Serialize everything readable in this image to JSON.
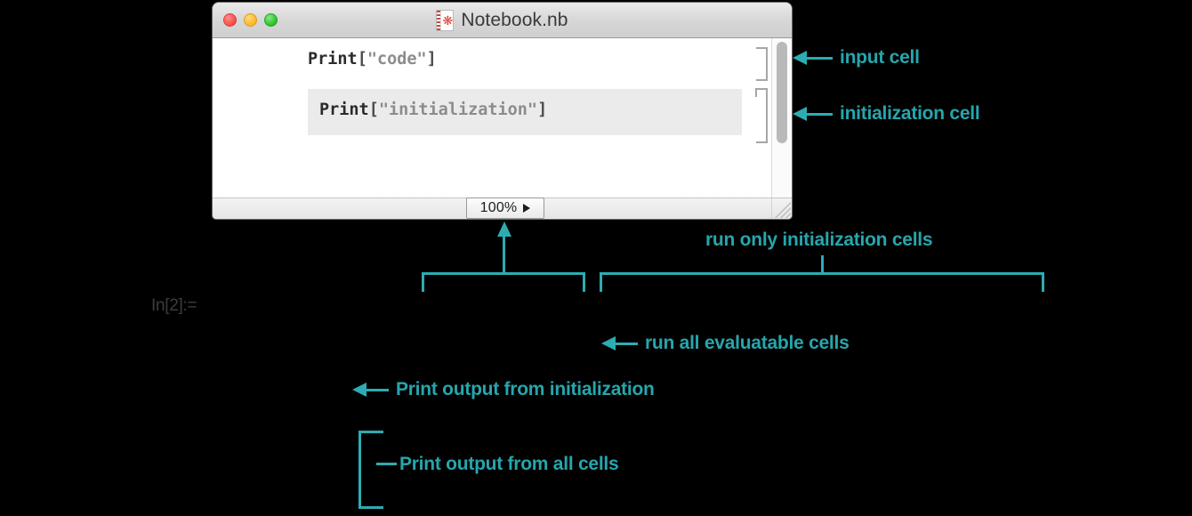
{
  "window": {
    "title": "Notebook.nb",
    "icon": "notebook-icon",
    "controls": {
      "close": "close-button",
      "minimize": "minimize-button",
      "zoom": "maximize-button"
    }
  },
  "notebook": {
    "cells": [
      {
        "id": "input-cell",
        "fn": "Print",
        "open_bracket": "[",
        "string": "\"code\"",
        "close_bracket": "]",
        "style": "input",
        "full_text": "Print[\"code\"]"
      },
      {
        "id": "initialization-cell",
        "fn": "Print",
        "open_bracket": "[",
        "string": "\"initialization\"",
        "close_bracket": "]",
        "style": "initialization",
        "full_text": "Print[\"initialization\"]"
      }
    ]
  },
  "statusbar": {
    "zoom_value": "100%",
    "zoom_arrow": "play-triangle-icon"
  },
  "annotations": {
    "input_cell": "input cell",
    "initialization_cell": "initialization cell",
    "run_only_initialization_cells": "run only initialization cells",
    "run_all_evaluatable_cells": "run all evaluatable cells",
    "print_output_from_initialization": "Print output from initialization",
    "print_output_from_all_cells": "Print output from all cells"
  },
  "output": {
    "in_label": "In[2]:="
  },
  "colors": {
    "accent": "#2dacb2",
    "background": "#000000",
    "cell_highlight": "#ebebeb",
    "code_keyword": "#2b2b2b",
    "code_string": "#8c8c8c"
  }
}
